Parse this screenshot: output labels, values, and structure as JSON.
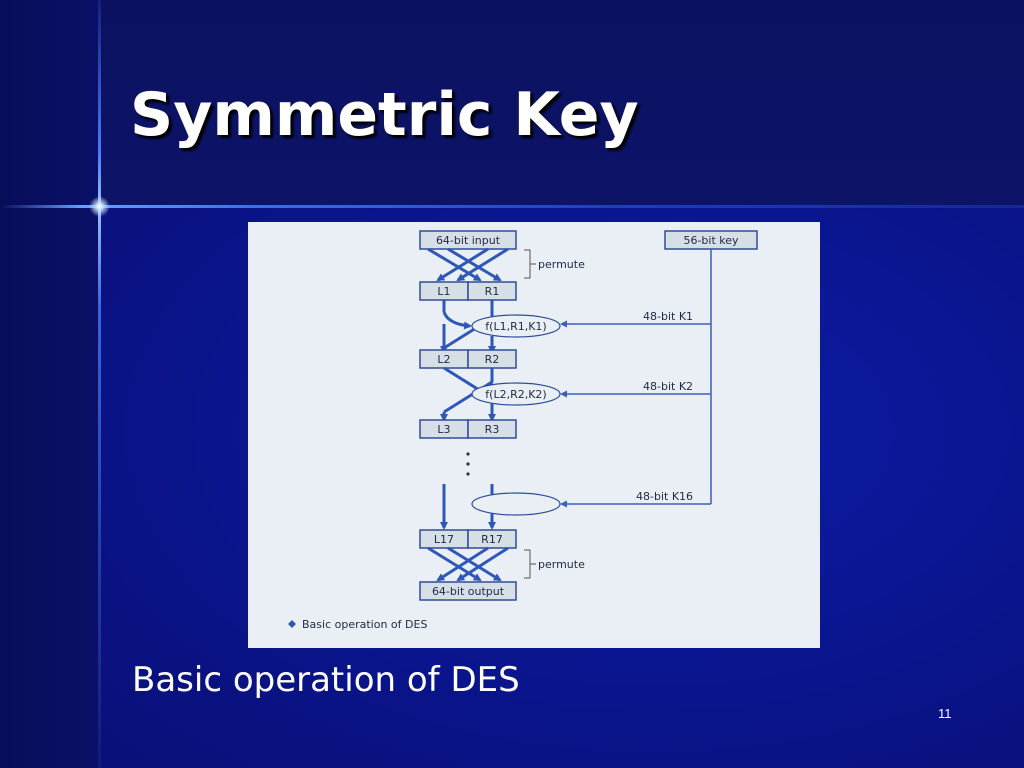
{
  "slide": {
    "title": "Symmetric Key",
    "caption": "Basic operation of DES",
    "page_number": "11"
  },
  "diagram": {
    "input_box": "64-bit input",
    "key_box": "56-bit key",
    "permute_top": "permute",
    "permute_bottom": "permute",
    "l1": "L1",
    "r1": "R1",
    "l2": "L2",
    "r2": "R2",
    "l3": "L3",
    "r3": "R3",
    "l17": "L17",
    "r17": "R17",
    "f1": "f(L1,R1,K1)",
    "f2": "f(L2,R2,K2)",
    "k1": "48-bit K1",
    "k2": "48-bit K2",
    "k16": "48-bit K16",
    "output_box": "64-bit output",
    "figure_caption": "Basic operation of DES"
  },
  "colors": {
    "background": "#0a1070",
    "title": "#ffffff",
    "arrow": "#2e57b8"
  }
}
